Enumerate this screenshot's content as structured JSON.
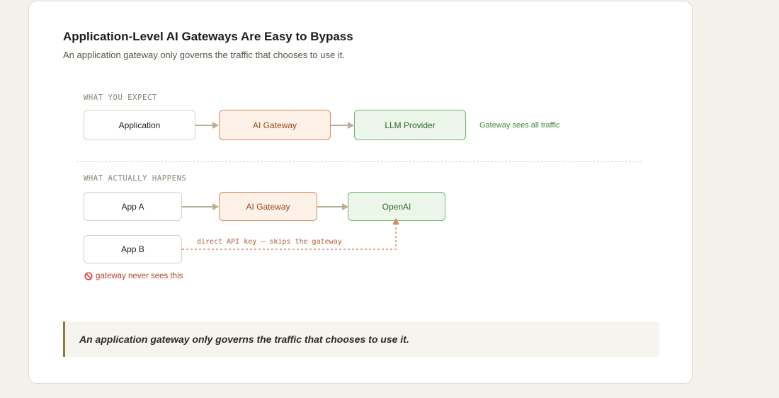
{
  "header": {
    "title": "Application-Level AI Gateways Are Easy to Bypass",
    "subtitle": "An application gateway only governs the traffic that chooses to use it."
  },
  "expected": {
    "label": "WHAT YOU EXPECT",
    "nodes": [
      "Application",
      "AI Gateway",
      "LLM Provider"
    ],
    "note": "Gateway sees all traffic"
  },
  "actual": {
    "label": "WHAT ACTUALLY HAPPENS",
    "app_a": "App A",
    "gateway": "AI Gateway",
    "provider": "OpenAI",
    "app_b": "App B",
    "bypass_label": "direct API key — skips the gateway",
    "warning": "gateway never sees this"
  },
  "callout": {
    "text": "An application gateway only governs the traffic that chooses to use it."
  },
  "colors": {
    "gateway_border": "#d68a60",
    "provider_border": "#74b36f",
    "bypass": "#d68a60",
    "warning": "#b0462a",
    "callout_accent": "#8a7a3c"
  }
}
